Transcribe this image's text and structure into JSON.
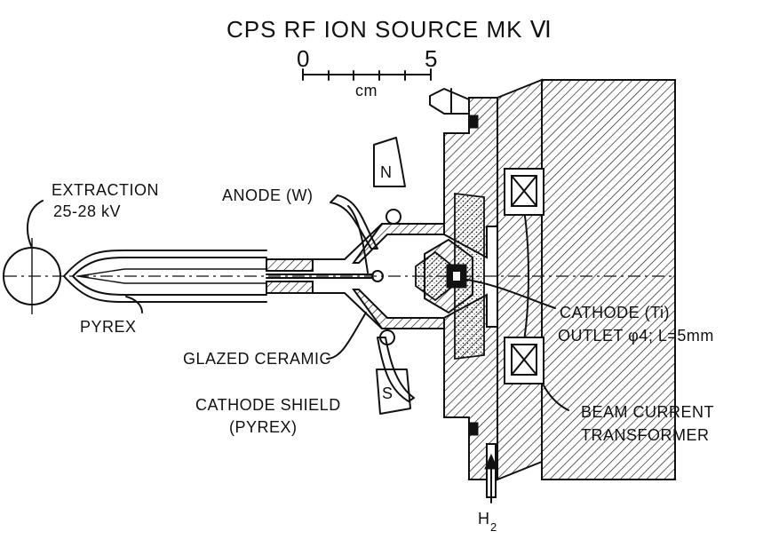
{
  "title": "CPS RF ION SOURCE MK Ⅵ",
  "scale": {
    "tick_start": "0",
    "tick_end": "5",
    "unit": "cm"
  },
  "labels": {
    "extraction_line1": "EXTRACTION",
    "extraction_line2": "25-28 kV",
    "anode": "ANODE (W)",
    "pyrex": "PYREX",
    "glazed_ceramic": "GLAZED CERAMIC",
    "cathode_shield_line1": "CATHODE SHIELD",
    "cathode_shield_line2": "(PYREX)",
    "cathode_line1": "CATHODE (Ti)",
    "cathode_line2": "OUTLET φ4; L=5mm",
    "beam_line1": "BEAM CURRENT",
    "beam_line2": "TRANSFORMER",
    "magnet_n": "N",
    "magnet_s": "S",
    "gas": "H",
    "gas_sub": "2"
  }
}
